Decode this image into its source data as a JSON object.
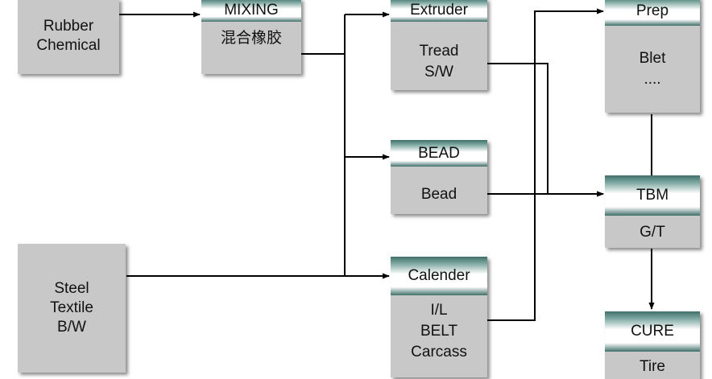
{
  "sources": {
    "rubber": "Rubber\nChemical",
    "steel": "Steel\nTextile\nB/W"
  },
  "processes": {
    "mixing": {
      "header": "MIXING",
      "body": "混合橡胶"
    },
    "extruder": {
      "header": "Extruder",
      "body": "Tread\nS/W"
    },
    "bead": {
      "header": "BEAD",
      "body": "Bead"
    },
    "calender": {
      "header": "Calender",
      "body": "I/L\nBELT\nCarcass"
    },
    "prep": {
      "header": "Prep",
      "body": "Blet\n...."
    },
    "tbm": {
      "header": "TBM",
      "body": "G/T"
    },
    "cure": {
      "header": "CURE",
      "body": "Tire"
    }
  },
  "colors": {
    "box": "#c8c8c8",
    "header_dark": "#3f6f69",
    "line": "#000000"
  }
}
